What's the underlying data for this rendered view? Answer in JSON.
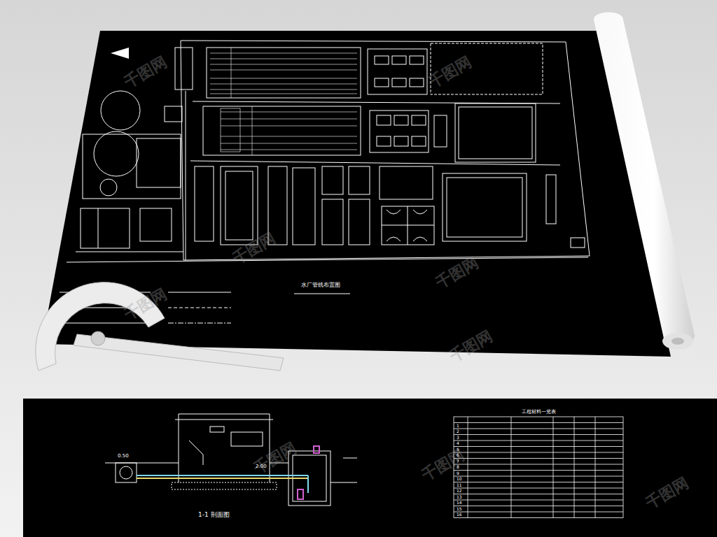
{
  "diagram": {
    "nodes": [
      {
        "text": [
          "水厂管线布置图"
        ]
      },
      {
        "text": [
          "1-1 剖面图"
        ]
      },
      {
        "text": [
          "工程材料一览表"
        ],
        "in": 1
      }
    ],
    "labels": [
      "千图网",
      "千图网",
      "千图网",
      "千图网",
      "千图网",
      "千图网",
      "千图网",
      "千图网",
      "千图网",
      "1",
      "2",
      "3",
      "4",
      "5",
      "6",
      "7",
      "8",
      "9",
      "10",
      "11",
      "12",
      "13",
      "14",
      "15",
      "16",
      "0.50",
      "2.00"
    ]
  }
}
